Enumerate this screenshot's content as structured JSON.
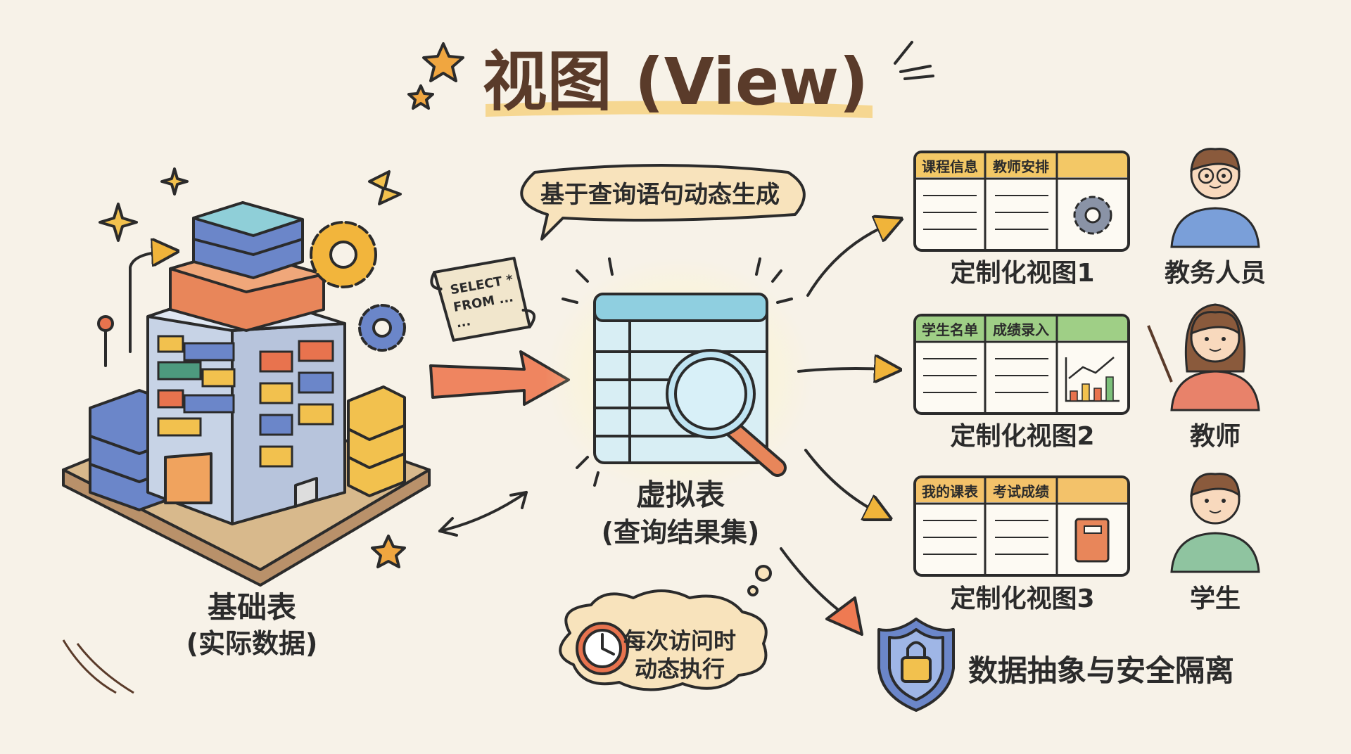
{
  "title": "视图 (View)",
  "base_table": {
    "label": "基础表",
    "sublabel": "(实际数据)"
  },
  "speech_bubble": "基于查询语句动态生成",
  "sql_scroll": {
    "line1": "SELECT *",
    "line2": "FROM ...",
    "line3": "..."
  },
  "virtual_table": {
    "label": "虚拟表",
    "sublabel": "(查询结果集)"
  },
  "dynamic_note": {
    "line1": "每次访问时",
    "line2": "动态执行"
  },
  "views": [
    {
      "col1": "课程信息",
      "col2": "教师安排",
      "label": "定制化视图1",
      "icon": "gear-icon",
      "color": "#f3c866",
      "user": "教务人员",
      "user_color": "#7a9fd9"
    },
    {
      "col1": "学生名单",
      "col2": "成绩录入",
      "label": "定制化视图2",
      "icon": "bar-chart-icon",
      "color": "#9fcf86",
      "user": "教师",
      "user_color": "#e8826a"
    },
    {
      "col1": "我的课表",
      "col2": "考试成绩",
      "label": "定制化视图3",
      "icon": "book-icon",
      "color": "#f3c26a",
      "user": "学生",
      "user_color": "#8fc4a0"
    }
  ],
  "security": {
    "label": "数据抽象与安全隔离",
    "icon": "shield-lock-icon"
  }
}
